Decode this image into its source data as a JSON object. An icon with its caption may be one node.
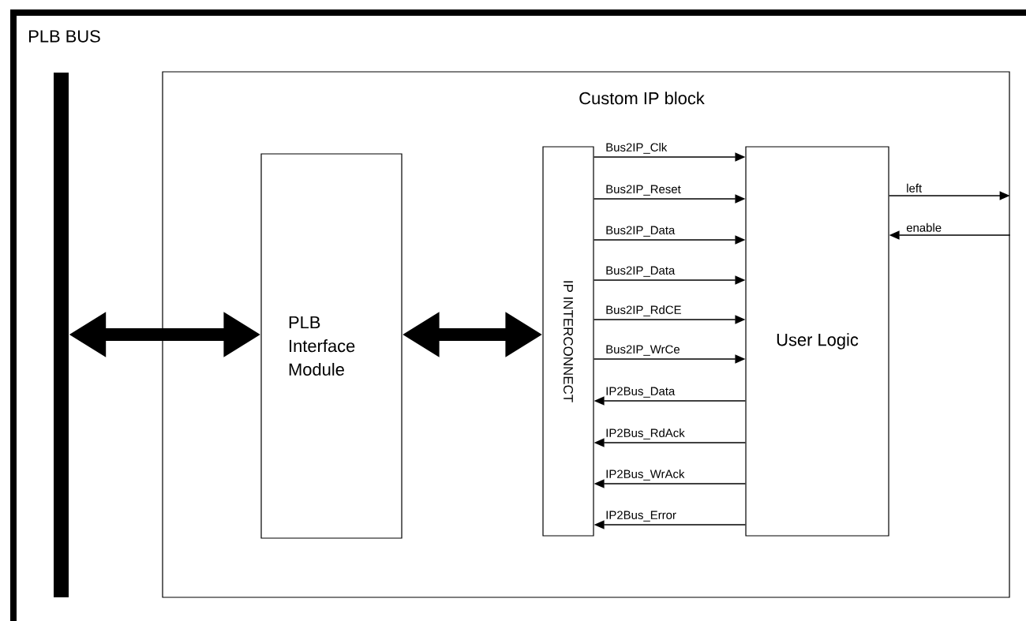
{
  "diagram": {
    "nodes": [
      {
        "text": [
          "PLB BUS"
        ]
      },
      {
        "text": [],
        "shape": "bar",
        "in": 0
      },
      {
        "text": [
          "Custom IP block"
        ],
        "in": 0
      },
      {
        "text": [
          "PLB Interface Module"
        ],
        "in": 2
      },
      {
        "text": [
          "IP INTERCONNECT"
        ],
        "in": 2
      },
      {
        "text": [
          "User Logic"
        ],
        "in": 2
      }
    ],
    "edges": [
      {
        "from": 1,
        "to": 3,
        "arrow": "both",
        "style": "thick"
      },
      {
        "from": 3,
        "to": 4,
        "arrow": "both",
        "style": "thick"
      },
      {
        "from": 4,
        "to": 5,
        "arrow": "to",
        "label": "Bus2IP_Clk"
      },
      {
        "from": 4,
        "to": 5,
        "arrow": "to",
        "label": "Bus2IP_Reset"
      },
      {
        "from": 4,
        "to": 5,
        "arrow": "to",
        "label": "Bus2IP_Data"
      },
      {
        "from": 4,
        "to": 5,
        "arrow": "to",
        "label": "Bus2IP_Data"
      },
      {
        "from": 4,
        "to": 5,
        "arrow": "to",
        "label": "Bus2IP_RdCE"
      },
      {
        "from": 4,
        "to": 5,
        "arrow": "to",
        "label": "Bus2IP_WrCe"
      },
      {
        "from": 5,
        "to": 4,
        "arrow": "to",
        "label": "IP2Bus_Data"
      },
      {
        "from": 5,
        "to": 4,
        "arrow": "to",
        "label": "IP2Bus_RdAck"
      },
      {
        "from": 5,
        "to": 4,
        "arrow": "to",
        "label": "IP2Bus_WrAck"
      },
      {
        "from": 5,
        "to": 4,
        "arrow": "to",
        "label": "IP2Bus_Error"
      },
      {
        "from": 5,
        "to": 2,
        "arrow": "to",
        "label": "left"
      },
      {
        "from": 2,
        "to": 5,
        "arrow": "to",
        "label": "enable"
      }
    ]
  }
}
